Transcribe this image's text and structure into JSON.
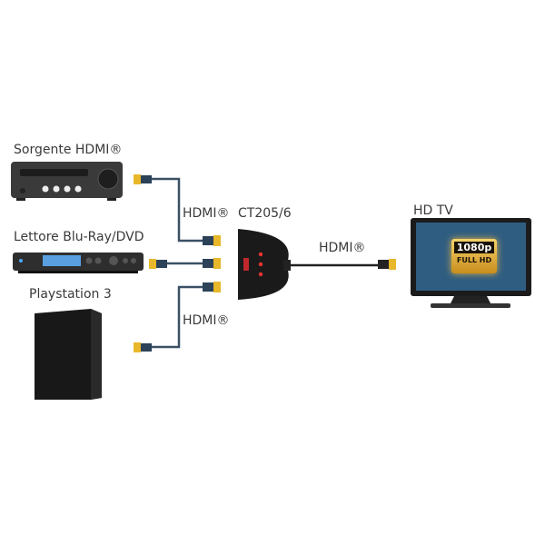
{
  "labels": {
    "source": "Sorgente HDMI®",
    "bluray": "Lettore Blu-Ray/DVD",
    "ps3": "Playstation 3",
    "hdmi_top": "HDMI®",
    "hdmi_bottom": "HDMI®",
    "hdmi_out": "HDMI®",
    "switch": "CT205/6",
    "tv": "HD TV"
  },
  "tv_badge": {
    "resolution": "1080p",
    "full_hd": "FULL HD"
  },
  "colors": {
    "cable": "#3b5066",
    "connector": "#e8b82a",
    "device": "#2b2b2b",
    "tv_screen": "#2f5d82"
  }
}
